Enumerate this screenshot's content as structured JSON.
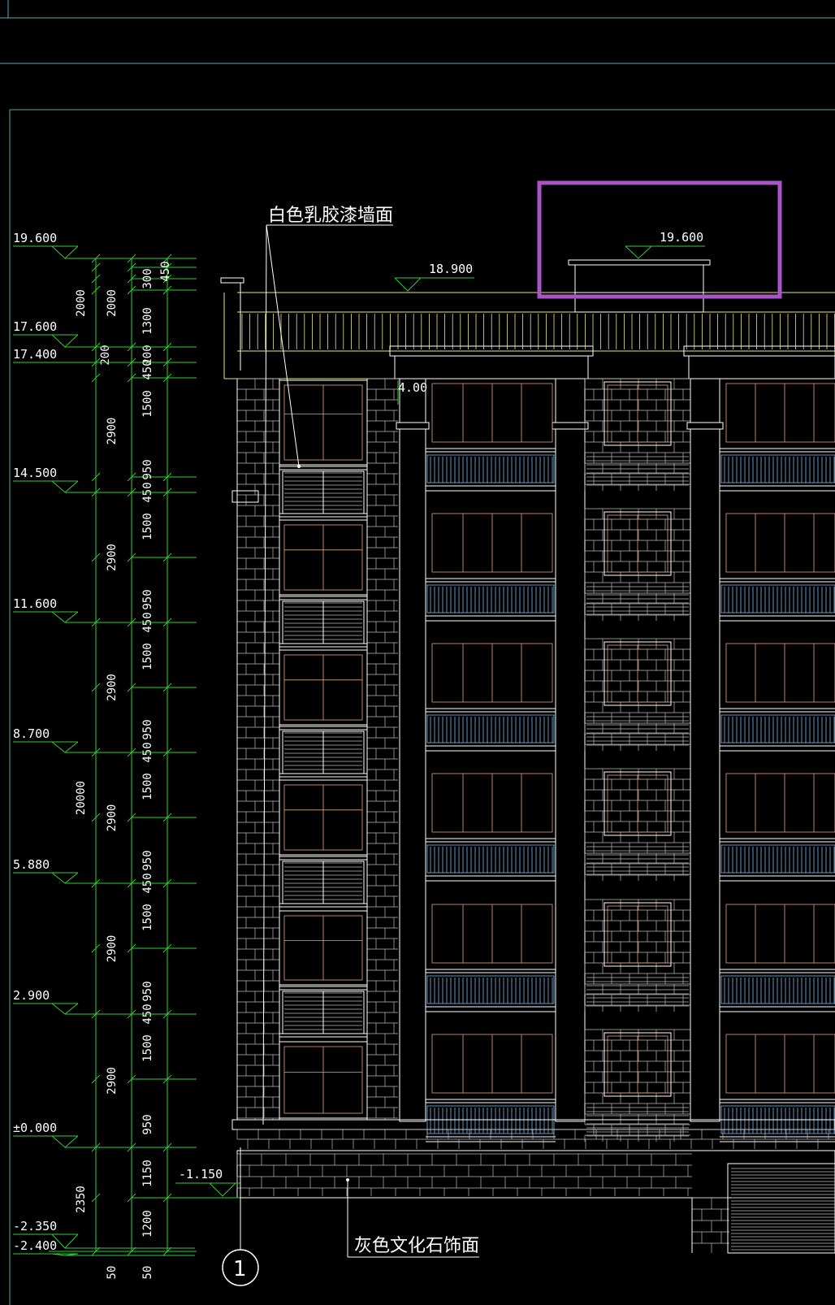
{
  "elevation_marks": {
    "left": [
      "19.600",
      "17.600",
      "17.400",
      "14.500",
      "11.600",
      "8.700",
      "5.880",
      "2.900",
      "±0.000",
      "-2.350",
      "-2.400"
    ],
    "grade": "-1.150",
    "parapet": "18.900",
    "roof_top": "19.600",
    "eave": "4.00"
  },
  "dimensions": {
    "outer_upper": "2000",
    "outer_mid": "200",
    "outer_total": "20000",
    "outer_base": "2350",
    "inner": [
      "300",
      "2000",
      "1300",
      "200",
      "450",
      "2900",
      "1500",
      "950"
    ],
    "inner_base": [
      "1150",
      "1200"
    ],
    "bottom": [
      "50",
      "50"
    ]
  },
  "annotations": {
    "wall_finish": "白色乳胶漆墙面",
    "base_finish": "灰色文化石饰面"
  },
  "grid_axis": "1",
  "colors": {
    "background": "#000000",
    "linework": "#ffffff",
    "dimension": "#33cc33",
    "roof_detail": "#e8e87a",
    "window": "#e8a07a",
    "railing": "#7ab8e8",
    "highlight": "#a855c8",
    "frame": "#5aa8b8"
  }
}
